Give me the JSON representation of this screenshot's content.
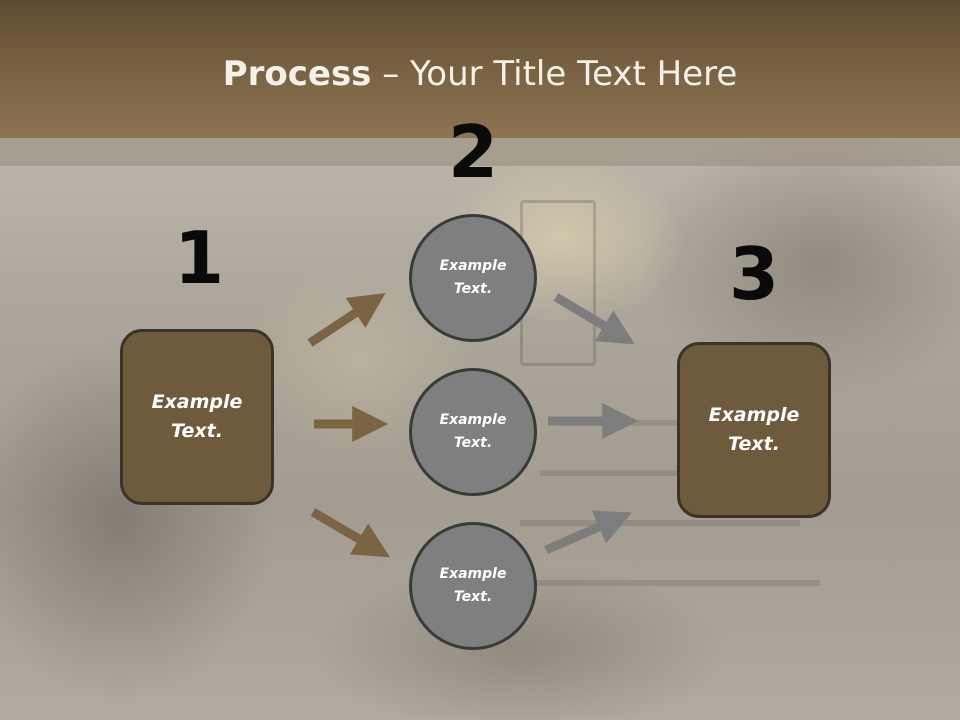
{
  "slide": {
    "title_bold": "Process",
    "title_rest": " – Your Title Text Here",
    "step_numbers": [
      "1",
      "2",
      "3"
    ],
    "left_box_text": "Example Text.",
    "circles": [
      {
        "text": "Example Text."
      },
      {
        "text": "Example Text."
      },
      {
        "text": "Example Text."
      }
    ],
    "right_box_text": "Example Text."
  },
  "colors": {
    "header": "#7a6443",
    "box_fill": "#6e5a3d",
    "circle_fill": "#7f7f7f",
    "brown_arrow": "#7a6444",
    "gray_arrow": "#7d7d7d"
  },
  "icons": [
    "arrow-icon"
  ]
}
